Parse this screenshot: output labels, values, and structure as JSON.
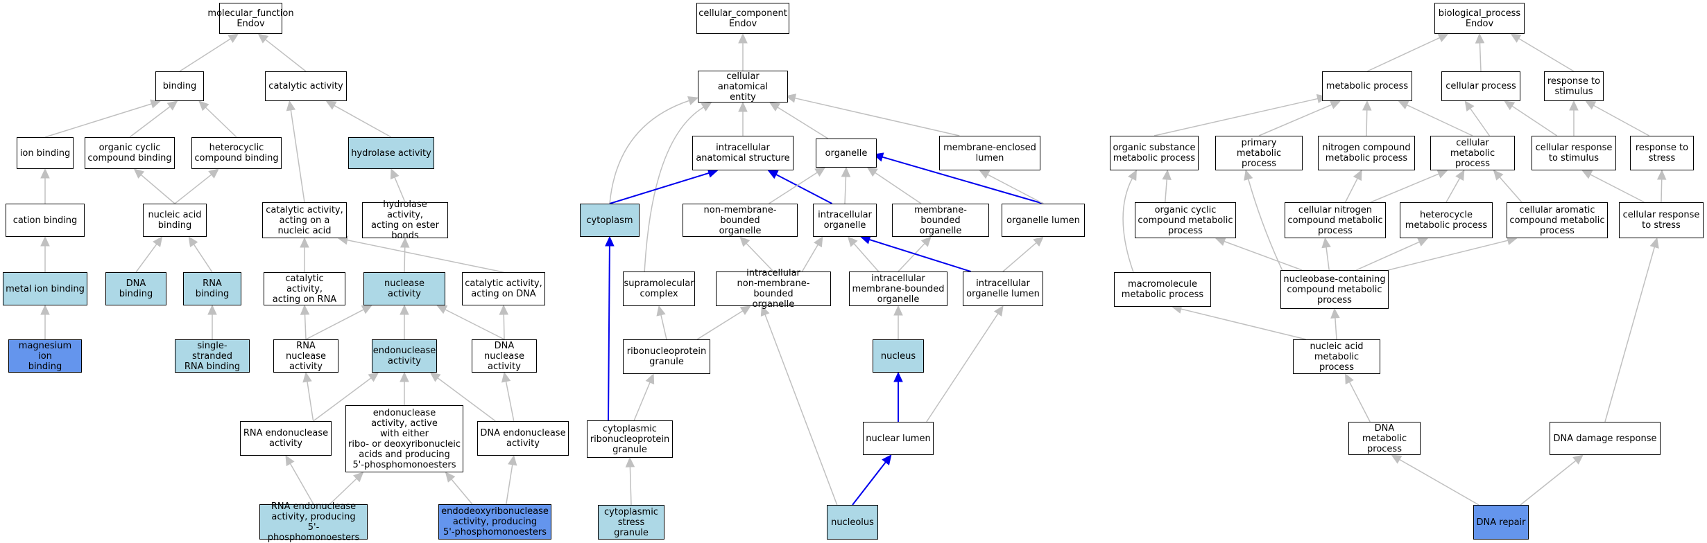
{
  "colors": {
    "gray_edge": "#c0c0c0",
    "blue_edge": "#0000ee",
    "plain": "#ffffff",
    "light": "#add8e6",
    "dark": "#6495ed"
  },
  "nodes": {
    "mf": "molecular_function\nEndov",
    "binding": "binding",
    "catalytic_activity": "catalytic activity",
    "ion_binding": "ion binding",
    "organic_cyclic_binding": "organic cyclic\ncompound binding",
    "heterocyclic_binding": "heterocyclic\ncompound binding",
    "hydrolase_activity": "hydrolase activity",
    "cation_binding": "cation binding",
    "nucleic_acid_binding": "nucleic acid\nbinding",
    "cat_on_nucleic_acid": "catalytic activity,\nacting on a\nnucleic acid",
    "hydrolase_ester": "hydrolase activity,\nacting on ester\nbonds",
    "metal_ion_binding": "metal ion binding",
    "dna_binding": "DNA binding",
    "rna_binding": "RNA binding",
    "cat_on_rna": "catalytic activity,\nacting on RNA",
    "nuclease_activity": "nuclease activity",
    "cat_on_dna": "catalytic activity,\nacting on DNA",
    "magnesium_binding": "magnesium ion\nbinding",
    "ss_rna_binding": "single-stranded\nRNA binding",
    "rna_nuclease": "RNA nuclease\nactivity",
    "endonuclease": "endonuclease\nactivity",
    "dna_nuclease": "DNA nuclease\nactivity",
    "rna_endonuclease": "RNA endonuclease\nactivity",
    "endo_either": "endonuclease\nactivity, active\nwith either\nribo- or deoxyribonucleic\nacids and producing\n5'-phosphomonoesters",
    "dna_endonuclease": "DNA endonuclease\nactivity",
    "rna_endo_producing": "RNA endonuclease\nactivity, producing\n5'-phosphomonoesters",
    "endodeoxy": "endodeoxyribonuclease\nactivity, producing\n5'-phosphomonoesters",
    "cc": "cellular_component\nEndov",
    "cell_anat_entity": "cellular anatomical\nentity",
    "intracell_anat": "intracellular\nanatomical structure",
    "organelle": "organelle",
    "membrane_enclosed_lumen": "membrane-enclosed\nlumen",
    "cytoplasm": "cytoplasm",
    "non_membrane_organelle": "non-membrane-bounded\norganelle",
    "intracell_organelle": "intracellular\norganelle",
    "membrane_bounded_organelle": "membrane-bounded\norganelle",
    "organelle_lumen": "organelle lumen",
    "supramolecular_complex": "supramolecular\ncomplex",
    "intracell_non_membrane": "intracellular\nnon-membrane-bounded\norganelle",
    "intracell_membrane": "intracellular\nmembrane-bounded\norganelle",
    "intracell_organelle_lumen": "intracellular\norganelle lumen",
    "rnp_granule": "ribonucleoprotein\ngranule",
    "nucleus": "nucleus",
    "cyto_rnp_granule": "cytoplasmic\nribonucleoprotein\ngranule",
    "nuclear_lumen": "nuclear lumen",
    "cyto_stress_granule": "cytoplasmic\nstress granule",
    "nucleolus": "nucleolus",
    "bp": "biological_process\nEndov",
    "metabolic_process": "metabolic process",
    "cellular_process": "cellular process",
    "response_stimulus": "response to\nstimulus",
    "organic_substance_mp": "organic substance\nmetabolic process",
    "primary_mp": "primary metabolic\nprocess",
    "nitrogen_mp": "nitrogen compound\nmetabolic process",
    "cellular_mp": "cellular metabolic\nprocess",
    "cell_response_stimulus": "cellular response\nto stimulus",
    "response_stress": "response to\nstress",
    "organic_cyclic_mp": "organic cyclic\ncompound metabolic\nprocess",
    "cell_nitrogen_mp": "cellular nitrogen\ncompound metabolic\nprocess",
    "heterocycle_mp": "heterocycle\nmetabolic process",
    "cell_aromatic_mp": "cellular aromatic\ncompound metabolic\nprocess",
    "cell_response_stress": "cellular response\nto stress",
    "macromolecule_mp": "macromolecule\nmetabolic process",
    "nucleobase_mp": "nucleobase-containing\ncompound metabolic\nprocess",
    "nucleic_acid_mp": "nucleic acid\nmetabolic process",
    "dna_mp": "DNA metabolic\nprocess",
    "dna_damage_response": "DNA damage response",
    "dna_repair": "DNA repair"
  }
}
